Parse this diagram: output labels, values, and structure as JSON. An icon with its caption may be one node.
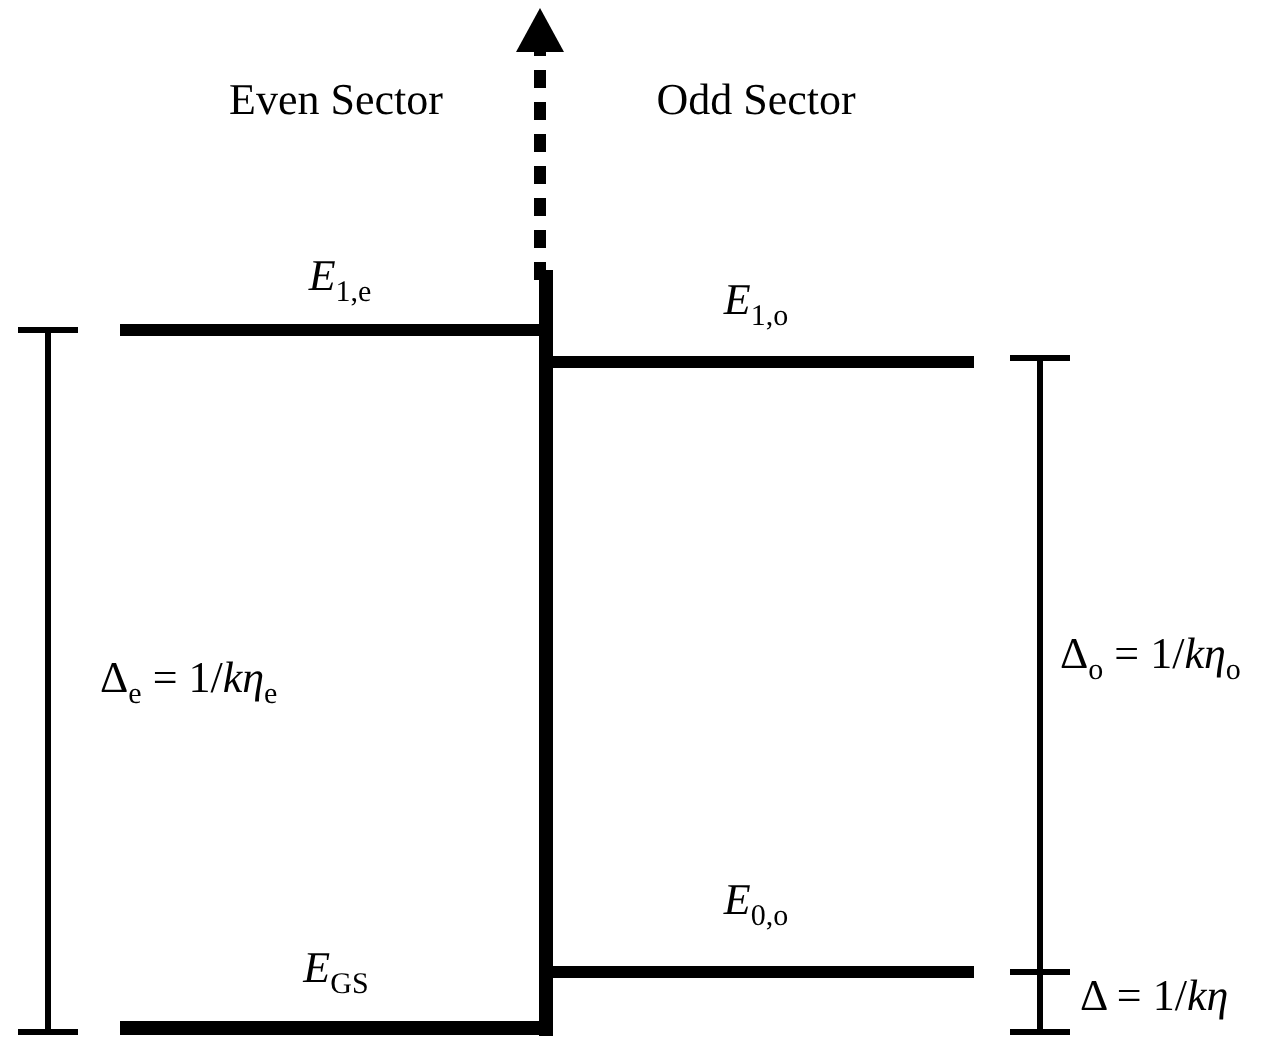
{
  "diagram": {
    "labels": [
      "Even Sector",
      "Odd Sector",
      "*E*$_{1,e}$",
      "*E*$_{1,o}$",
      "Δ$_{e}$ = 1/*kη*$_{e}$",
      "Δ$_{o}$ = 1/*kη*$_{o}$",
      "*E*$_{0,o}$",
      "*E*$_{GS}$",
      "Δ = 1/*kη*"
    ]
  }
}
